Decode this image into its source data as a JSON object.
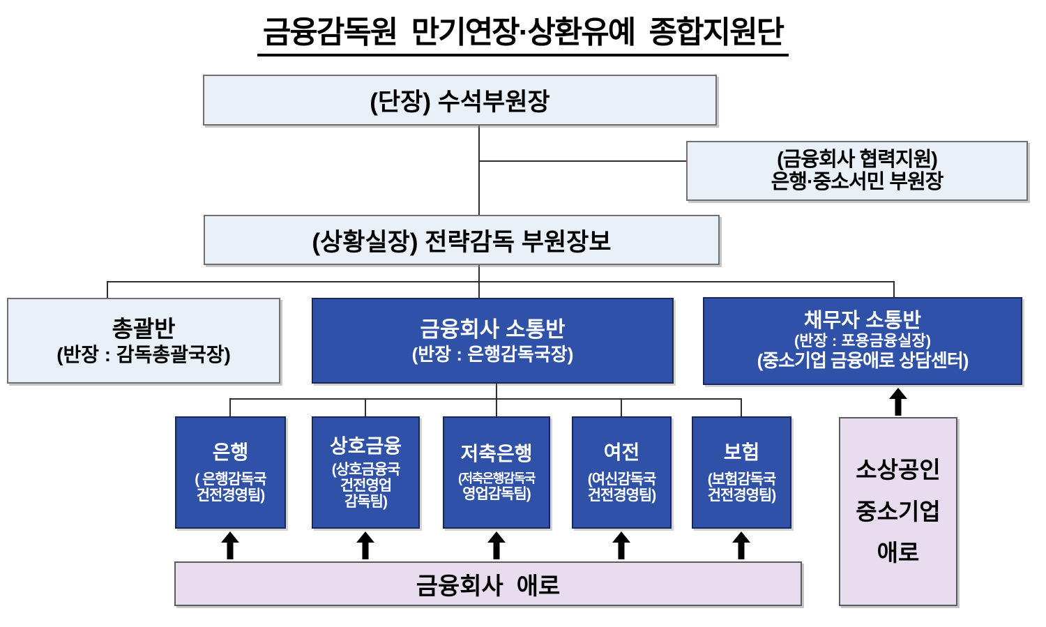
{
  "title": "금융감독원  만기연장·상환유예  종합지원단",
  "org": {
    "leader": {
      "label": "(단장) 수석부원장"
    },
    "cooperation": {
      "line1": "(금융회사 협력지원)",
      "line2": "은행·중소서민 부원장"
    },
    "situation_room": {
      "label": "(상황실장) 전략감독 부원장보"
    },
    "general_team": {
      "title": "총괄반",
      "chief": "(반장 : 감독총괄국장)"
    },
    "financial_company_team": {
      "title": "금융회사 소통반",
      "chief": "(반장 : 은행감독국장)"
    },
    "debtor_team": {
      "title": "채무자 소통반",
      "chief": "(반장 : 포용금융실장)",
      "note": "(중소기업 금융애로 상담센터)"
    }
  },
  "sector_teams": [
    {
      "title": "은행",
      "sub1": "( 은행감독국",
      "sub2": "건전경영팀)"
    },
    {
      "title": "상호금융",
      "sub1": "(상호금융국",
      "sub2": "건전영업",
      "sub3": "감독팀)"
    },
    {
      "title": "저축은행",
      "sub1": "(저축은행감독국",
      "sub2": "영업감독팀)"
    },
    {
      "title": "여전",
      "sub1": "(여신감독국",
      "sub2": "건전경영팀)"
    },
    {
      "title": "보험",
      "sub1": "(보험감독국",
      "sub2": "건전경영팀)"
    }
  ],
  "inflows": {
    "financial_companies": "금융회사  애로",
    "small_business": {
      "line1": "소상공인",
      "line2": "중소기업",
      "line3": "애로"
    }
  },
  "colors": {
    "dark_blue": "#2F52A8",
    "light_blue": "#E9F0F7",
    "pink": "#E7DDEF",
    "line": "#2E2E2E",
    "text_on_blue": "#FFFFFF",
    "text_default": "#000000"
  }
}
